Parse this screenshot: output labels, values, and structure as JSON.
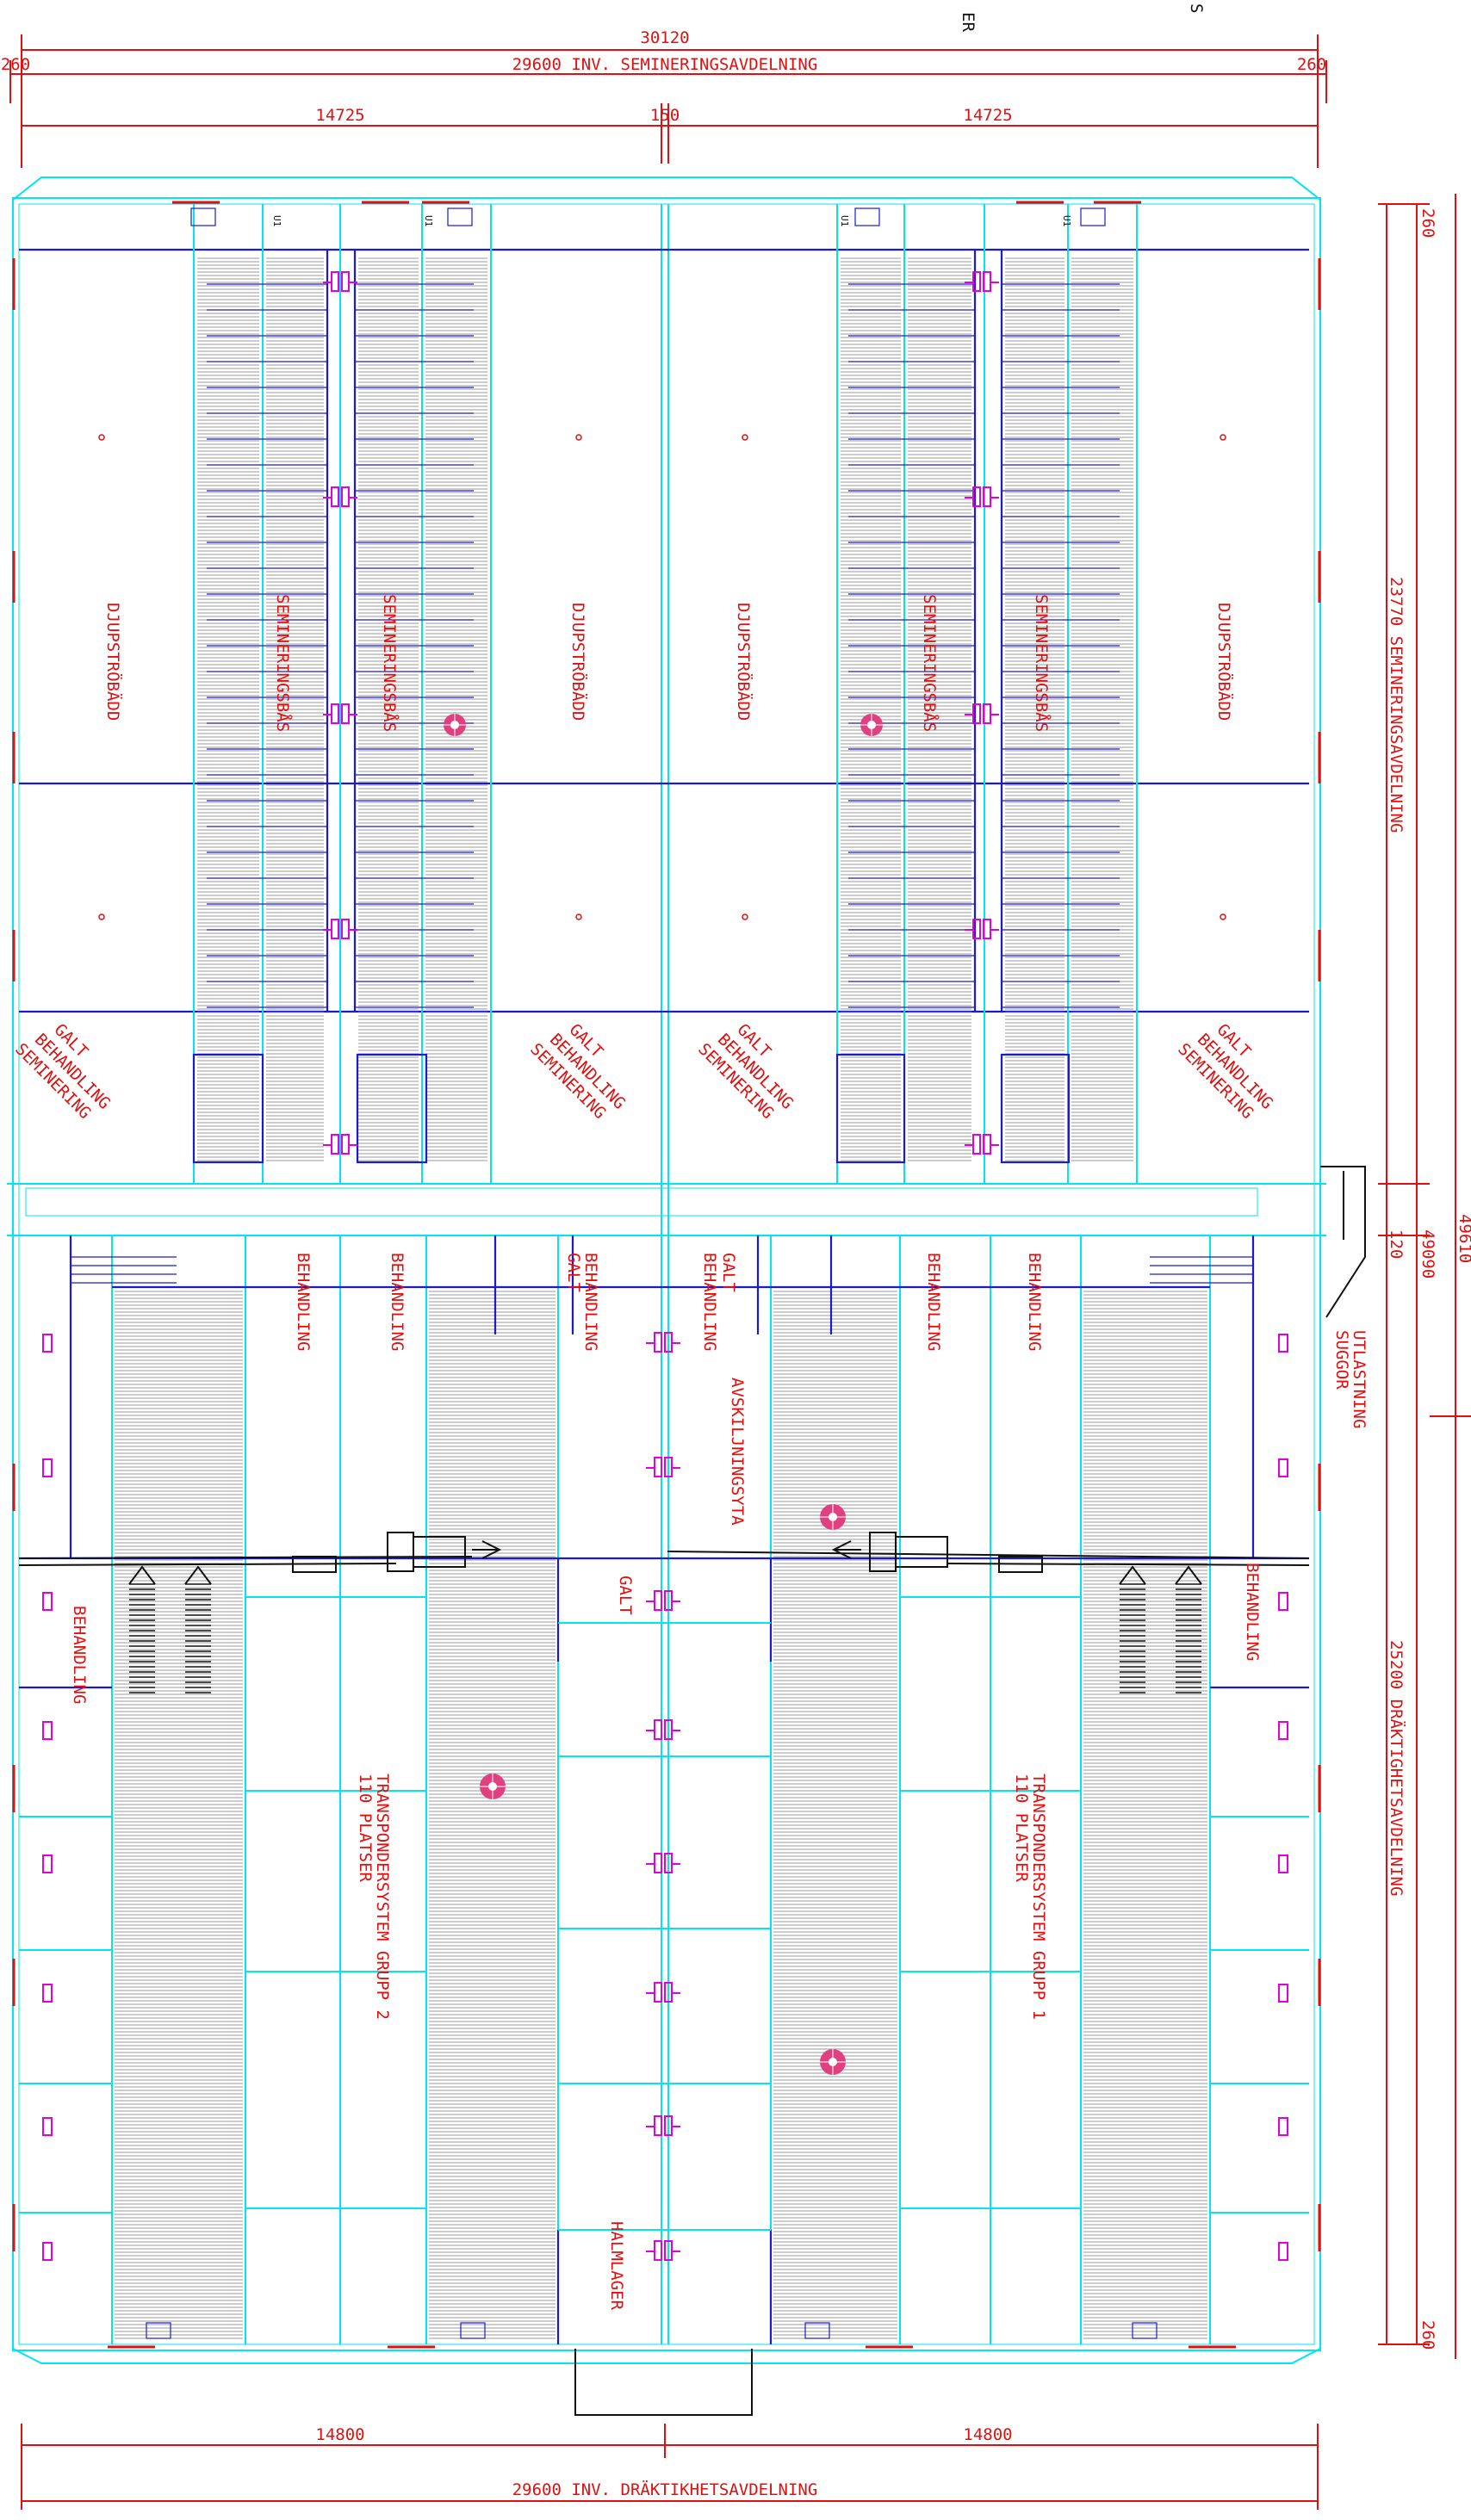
{
  "title_dimensions": {
    "overall_width": "30120",
    "top_left_edge": "260",
    "top_right_edge": "260",
    "top_section": "29600 INV. SEMINERINGSAVDELNING",
    "top_half_left": "14725",
    "top_center_gap": "150",
    "top_half_right": "14725",
    "bottom_half_left": "14800",
    "bottom_half_right": "14800",
    "bottom_section": "29600 INV. DRÄKTIKHETSAVDELNING",
    "right_top_edge": "260",
    "right_upper_section": "23770 SEMINERINGSAVDELNING",
    "right_mid_gap": "120",
    "right_inner_total": "49090",
    "right_outer_total": "49610",
    "right_lower_section": "25200 DRÄKTIGHETSAVDELNING",
    "right_bottom_edge": "260",
    "top_clip_text": [
      "ER",
      "S"
    ]
  },
  "rooms": {
    "djupstrobadd": "DJUPSTRÖBÄDD",
    "semineringsbas": "SEMINERINGSBÅS",
    "galt": "GALT",
    "behandling": "BEHANDLING",
    "seminering": "SEMINERING",
    "avskiljningsyta": "AVSKILJNINGSYTA",
    "halmlager": "HALMLAGER",
    "utlastning": "UTLASTNING",
    "suggor": "SUGGOR",
    "grupp2_a": "TRANSPONDERSYSTEM GRUPP 2",
    "grupp2_b": "110 PLATSER",
    "grupp1_a": "TRANSPONDERSYSTEM GRUPP 1",
    "grupp1_b": "110 PLATSER",
    "unit_tag": "U1"
  },
  "colors": {
    "wall_cyan": "#00e5ee",
    "pen_blue": "#1a1ad0",
    "annotation_red": "#e01010",
    "equipment_magenta": "#e000e0",
    "equipment_black": "#111111",
    "grating_gray": "#9a9a9a"
  }
}
